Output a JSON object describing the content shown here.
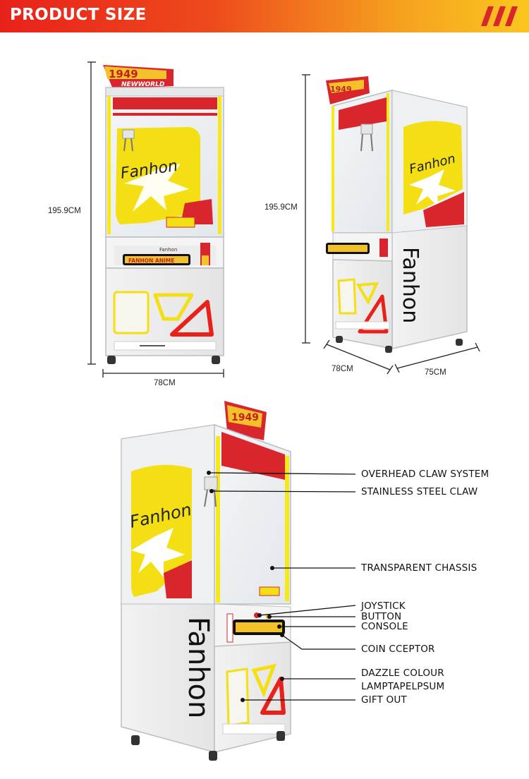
{
  "header": {
    "title": "PRODUCT SIZE"
  },
  "colors": {
    "header_start": "#e8211b",
    "header_end": "#fbc61f",
    "machine_red": "#d8262c",
    "panel_yellow": "#f3df14",
    "led_yellow": "#f7e81c"
  },
  "branding": {
    "top_sign_line1": "1949",
    "top_sign_line2": "NEWWORLD",
    "logo": "Fanhon",
    "console_label": "FANHON ANIME",
    "brand_small": "Fanhon"
  },
  "front_view": {
    "height_label": "195.9CM",
    "width_label": "78CM"
  },
  "side_view": {
    "height_label": "195.9CM",
    "depth_label": "78CM",
    "width_label": "75CM"
  },
  "callouts": [
    "OVERHEAD CLAW SYSTEM",
    "STAINLESS STEEL CLAW",
    "TRANSPARENT CHASSIS",
    "JOYSTICK",
    "BUTTON",
    "CONSOLE",
    "COIN CCEPTOR",
    "DAZZLE COLOUR",
    "LAMPTAPELPSUM",
    "GIFT OUT"
  ]
}
